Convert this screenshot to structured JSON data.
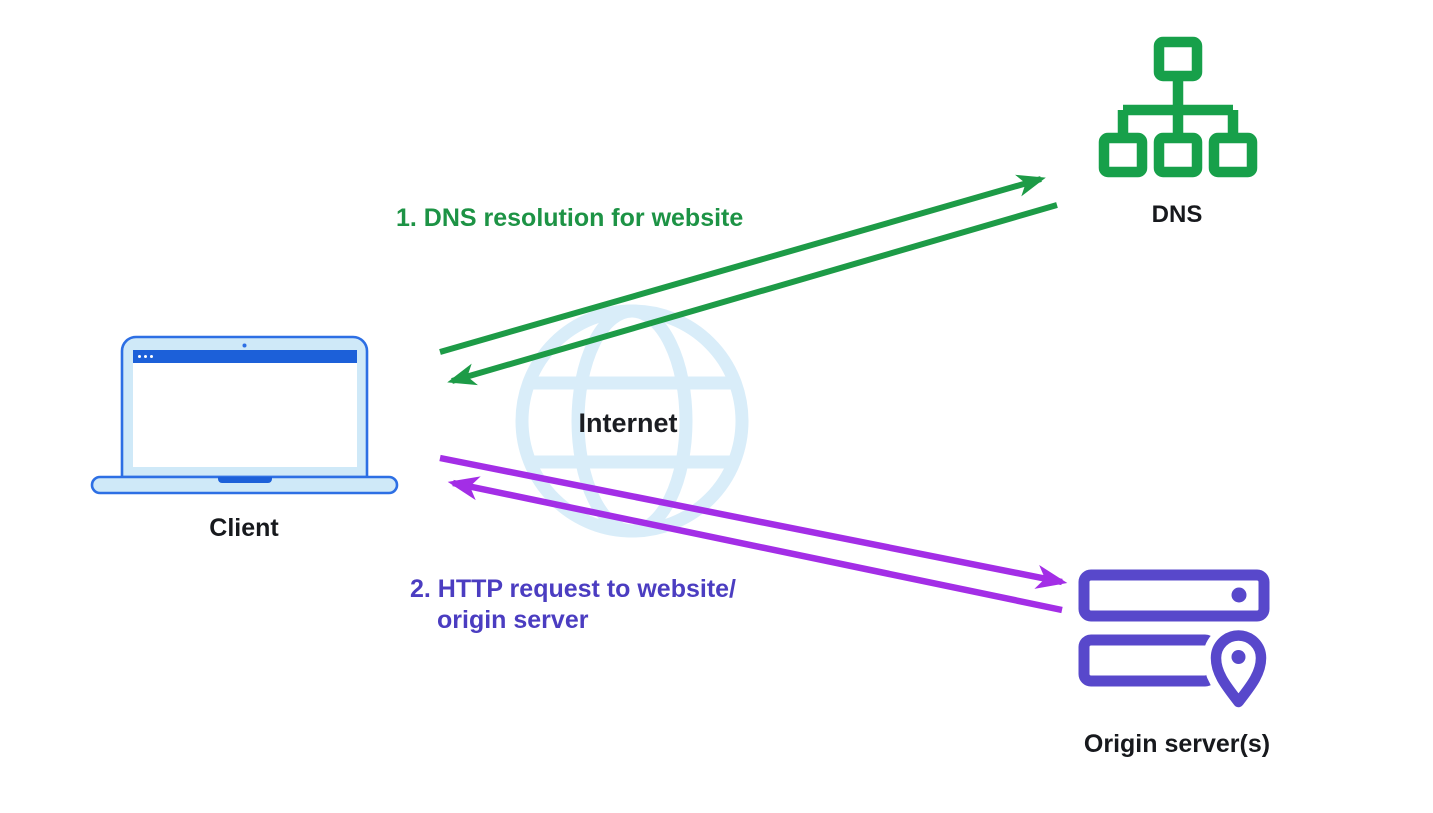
{
  "background": "#ffffff",
  "nodes": {
    "client": {
      "label": "Client",
      "icon": "laptop-icon"
    },
    "internet": {
      "label": "Internet",
      "icon": "globe-icon"
    },
    "dns": {
      "label": "DNS",
      "icon": "sitemap-icon"
    },
    "origin": {
      "label": "Origin server(s)",
      "icon": "server-location-icon"
    }
  },
  "flows": {
    "dns_resolution": {
      "label": "1. DNS resolution for website",
      "arrow_color": "#1d9b47",
      "text_color": "#1d9345"
    },
    "http_request": {
      "label_line1": "2. HTTP request to website/",
      "label_line2": "origin server",
      "arrow_color": "#a32ee6",
      "text_color": "#4b3dc1"
    }
  },
  "palette": {
    "green": "#1d9b47",
    "purple_arrow": "#a32ee6",
    "indigo": "#5848cb",
    "laptop_stroke": "#2d6fe4",
    "laptop_fill": "#cfe9f8",
    "laptop_bar": "#1c60d9",
    "globe": "#d9edf9",
    "label_dark": "#17191d"
  }
}
